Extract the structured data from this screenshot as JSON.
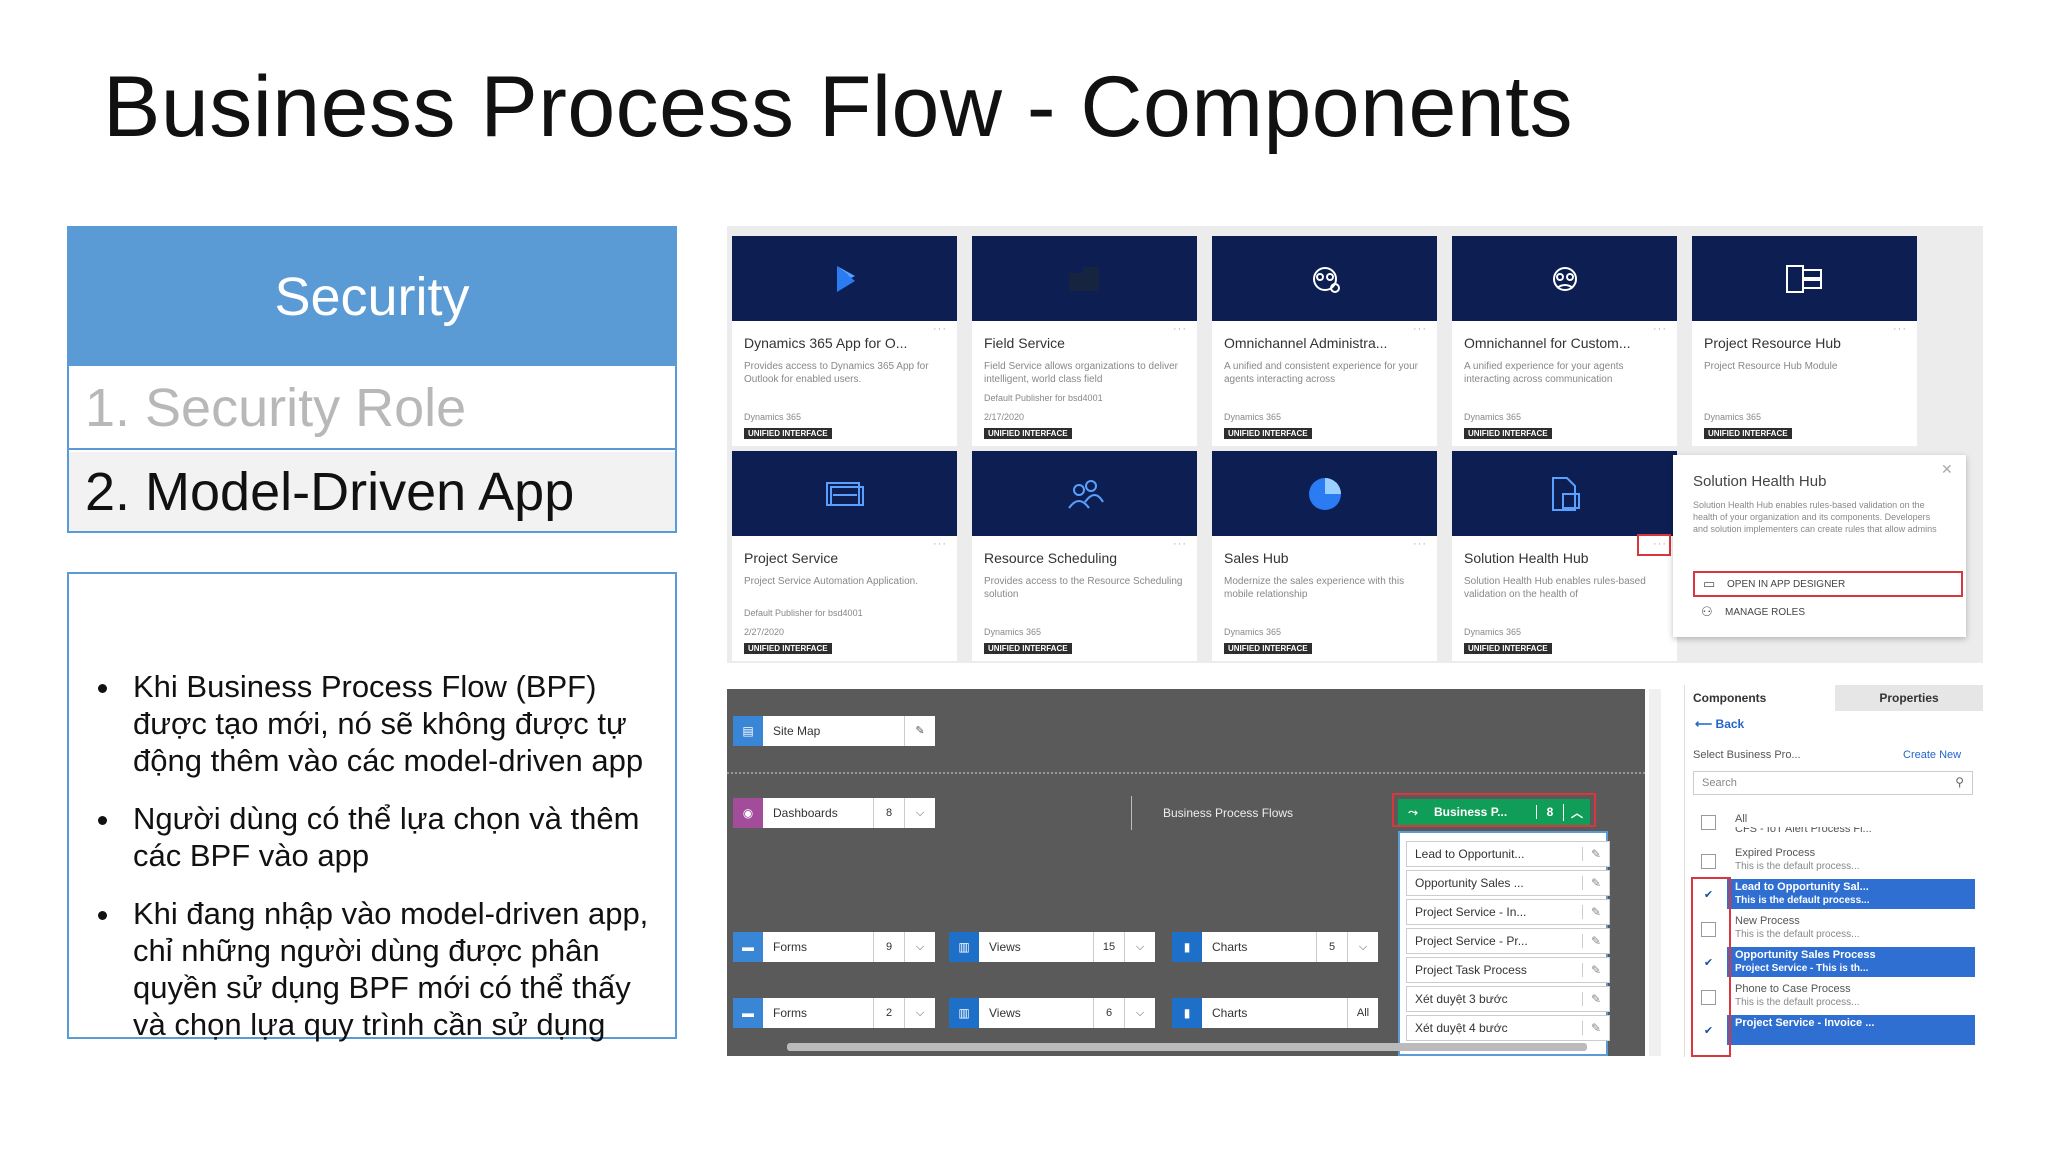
{
  "slide": {
    "title": "Business Process Flow - Components"
  },
  "nav": {
    "header": "Security",
    "item1": "1. Security Role",
    "item2": "2. Model-Driven App"
  },
  "notes": [
    "Khi Business Process Flow (BPF) được tạo mới, nó sẽ không được tự động thêm vào các model-driven app",
    "Người dùng có thể lựa chọn và thêm các BPF vào app",
    "Khi đang nhập vào model-driven app, chỉ những người dùng được phân quyền sử dụng BPF mới có thể thấy và chọn lựa quy trình cần sử dụng"
  ],
  "apps": [
    {
      "name": "Dynamics 365 App for O...",
      "desc": "Provides access to Dynamics 365 App for Outlook for enabled users.",
      "publisher": "Dynamics 365",
      "date": "",
      "badge": "UNIFIED INTERFACE",
      "icon": "dynamics-icon"
    },
    {
      "name": "Field Service",
      "desc": "Field Service allows organizations to deliver intelligent, world class field",
      "publisher": "Default Publisher for bsd4001",
      "date": "2/17/2020",
      "badge": "UNIFIED INTERFACE",
      "icon": "field-service-icon"
    },
    {
      "name": "Omnichannel Administra...",
      "desc": "A unified and consistent experience for your agents interacting across",
      "publisher": "Dynamics 365",
      "date": "",
      "badge": "UNIFIED INTERFACE",
      "icon": "people-gear-icon"
    },
    {
      "name": "Omnichannel for Custom...",
      "desc": "A unified experience for your agents interacting across communication",
      "publisher": "Dynamics 365",
      "date": "",
      "badge": "UNIFIED INTERFACE",
      "icon": "people-icon"
    },
    {
      "name": "Project Resource Hub",
      "desc": "Project Resource Hub Module",
      "publisher": "Dynamics 365",
      "date": "",
      "badge": "UNIFIED INTERFACE",
      "icon": "resource-hub-icon"
    },
    {
      "name": "Project Service",
      "desc": "Project Service Automation Application.",
      "publisher": "Default Publisher for bsd4001",
      "date": "2/27/2020",
      "badge": "UNIFIED INTERFACE",
      "icon": "project-icon"
    },
    {
      "name": "Resource Scheduling",
      "desc": "Provides access to the Resource Scheduling solution",
      "publisher": "Dynamics 365",
      "date": "",
      "badge": "UNIFIED INTERFACE",
      "icon": "scheduling-icon"
    },
    {
      "name": "Sales Hub",
      "desc": "Modernize the sales experience with this mobile relationship",
      "publisher": "Dynamics 365",
      "date": "",
      "badge": "UNIFIED INTERFACE",
      "icon": "pie-icon"
    },
    {
      "name": "Solution Health Hub",
      "desc": "Solution Health Hub enables rules-based validation on the health of",
      "publisher": "Dynamics 365",
      "date": "",
      "badge": "UNIFIED INTERFACE",
      "icon": "document-icon"
    }
  ],
  "popup": {
    "title": "Solution Health Hub",
    "desc": "Solution Health Hub enables rules-based validation on the health of your organization and its components. Developers and solution implementers can create rules that allow admins",
    "open": "OPEN IN APP DESIGNER",
    "roles": "MANAGE ROLES"
  },
  "designer": {
    "sitemap": "Site Map",
    "dashboards": {
      "label": "Dashboards",
      "count": "8"
    },
    "bpf_label": "Business Process Flows",
    "bpf_head": {
      "label": "Business P...",
      "count": "8"
    },
    "bpf_items": [
      "Lead to Opportunit...",
      "Opportunity Sales ...",
      "Project Service - In...",
      "Project Service - Pr...",
      "Project Task Process",
      "Xét duyệt 3 bước",
      "Xét duyệt 4 bước"
    ],
    "row1": [
      {
        "label": "Forms",
        "count": "9"
      },
      {
        "label": "Views",
        "count": "15"
      },
      {
        "label": "Charts",
        "count": "5"
      }
    ],
    "row2": [
      {
        "label": "Forms",
        "count": "2"
      },
      {
        "label": "Views",
        "count": "6"
      },
      {
        "label": "Charts",
        "count": "All"
      }
    ]
  },
  "panel": {
    "tab_components": "Components",
    "tab_properties": "Properties",
    "back": "Back",
    "select_label": "Select Business Pro...",
    "create_new": "Create New",
    "search_placeholder": "Search",
    "all": "All",
    "cut_item": "CFS - IoT Alert Process Fl...",
    "processes": [
      {
        "t1": "Expired Process",
        "t2": "This is the default process...",
        "checked": false
      },
      {
        "t1": "Lead to Opportunity Sal...",
        "t2": "This is the default process...",
        "checked": true
      },
      {
        "t1": "New Process",
        "t2": "This is the default process...",
        "checked": false
      },
      {
        "t1": "Opportunity Sales Process",
        "t2": "Project Service - This is th...",
        "checked": true
      },
      {
        "t1": "Phone to Case Process",
        "t2": "This is the default process...",
        "checked": false
      },
      {
        "t1": "Project Service - Invoice ...",
        "t2": "",
        "checked": true
      }
    ]
  },
  "colors": {
    "accent": "#5b9bd5",
    "tile_header": "#0d1f52",
    "highlight": "#d9363e",
    "bpf_green": "#0f9d58",
    "selected": "#2f6fd1"
  }
}
